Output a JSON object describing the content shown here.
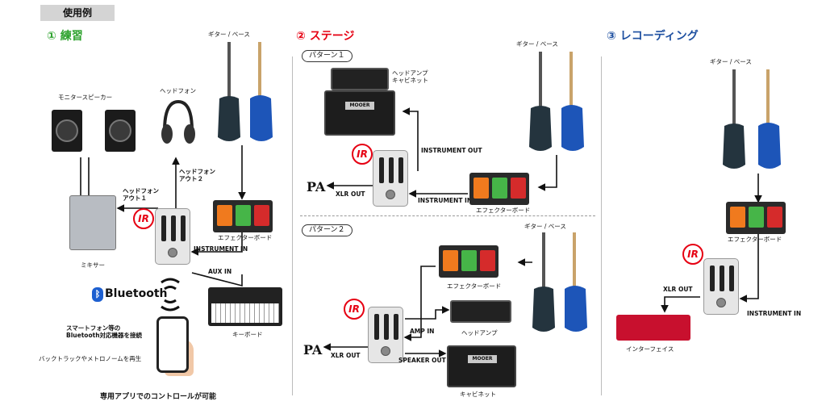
{
  "header": {
    "tag": "使用例"
  },
  "sections": {
    "practice": {
      "title": "① 練習",
      "color": "#2fa32f"
    },
    "stage": {
      "title": "② ステージ",
      "color": "#e60012"
    },
    "recording": {
      "title": "③ レコーディング",
      "color": "#1d4fa0"
    }
  },
  "practice": {
    "monitor": "モニタースピーカー",
    "headphones": "ヘッドフォン",
    "guitar_bass": "ギター / ベース",
    "phones_out1": "ヘッドフォン\nアウト１",
    "phones_out2": "ヘッドフォン\nアウト２",
    "mixer": "ミキサー",
    "effects_board": "エフェクターボード",
    "instrument_in": "INSTRUMENT IN",
    "aux_in": "AUX IN",
    "keyboard": "キーボード",
    "bluetooth": "Bluetooth",
    "note1": "スマートフォン等の\nBluetooth対応機器を接続",
    "note2": "バックトラックやメトロノームを再生",
    "note3": "専用アプリでのコントロールが可能"
  },
  "stage": {
    "pattern1": "パターン１",
    "pattern2": "パターン２",
    "amp_cab": "ヘッドアンプ\nキャビネット",
    "guitar_bass1": "ギター / ベース",
    "guitar_bass2": "ギター / ベース",
    "instrument_out": "INSTRUMENT OUT",
    "instrument_in": "INSTRUMENT IN",
    "xlr_out1": "XLR OUT",
    "xlr_out2": "XLR OUT",
    "pa1": "PA",
    "pa2": "PA",
    "effects_board1": "エフェクターボード",
    "effects_board2": "エフェクターボード",
    "amp_in": "AMP IN",
    "head_amp": "ヘッドアンプ",
    "speaker_out": "SPEAKER OUT",
    "cabinet": "キャビネット"
  },
  "recording": {
    "guitar_bass": "ギター / ベース",
    "effects_board": "エフェクターボード",
    "xlr_out": "XLR OUT",
    "instrument_in": "INSTRUMENT IN",
    "interface": "インターフェイス"
  },
  "device": {
    "ir_badge": "IR",
    "brand": "MOOER"
  }
}
